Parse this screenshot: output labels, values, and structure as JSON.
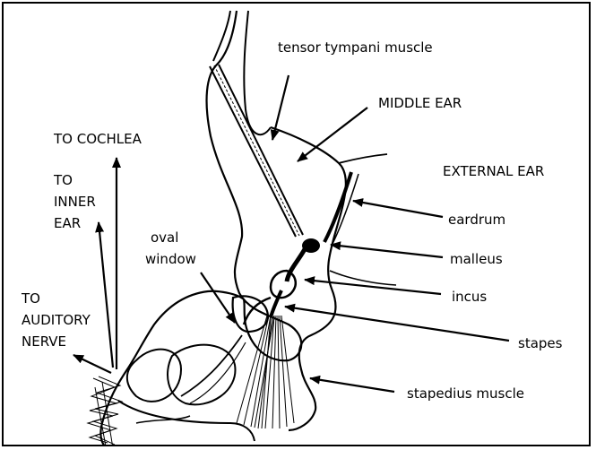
{
  "labels": {
    "tensor_tympani_muscle": "tensor tympani muscle",
    "middle_ear": "MIDDLE EAR",
    "to_cochlea": "TO COCHLEA",
    "external_ear": "EXTERNAL EAR",
    "to_inner_ear_line1": "TO",
    "to_inner_ear_line2": "INNER",
    "to_inner_ear_line3": "EAR",
    "eardrum": "eardrum",
    "oval_window_line1": "oval",
    "oval_window_line2": "window",
    "malleus": "malleus",
    "to_auditory_nerve_line1": "TO",
    "to_auditory_nerve_line2": "AUDITORY",
    "to_auditory_nerve_line3": "NERVE",
    "incus": "incus",
    "stapes": "stapes",
    "stapedius_muscle": "stapedius muscle"
  },
  "colors": {
    "ink": "#000000",
    "background": "#ffffff"
  }
}
